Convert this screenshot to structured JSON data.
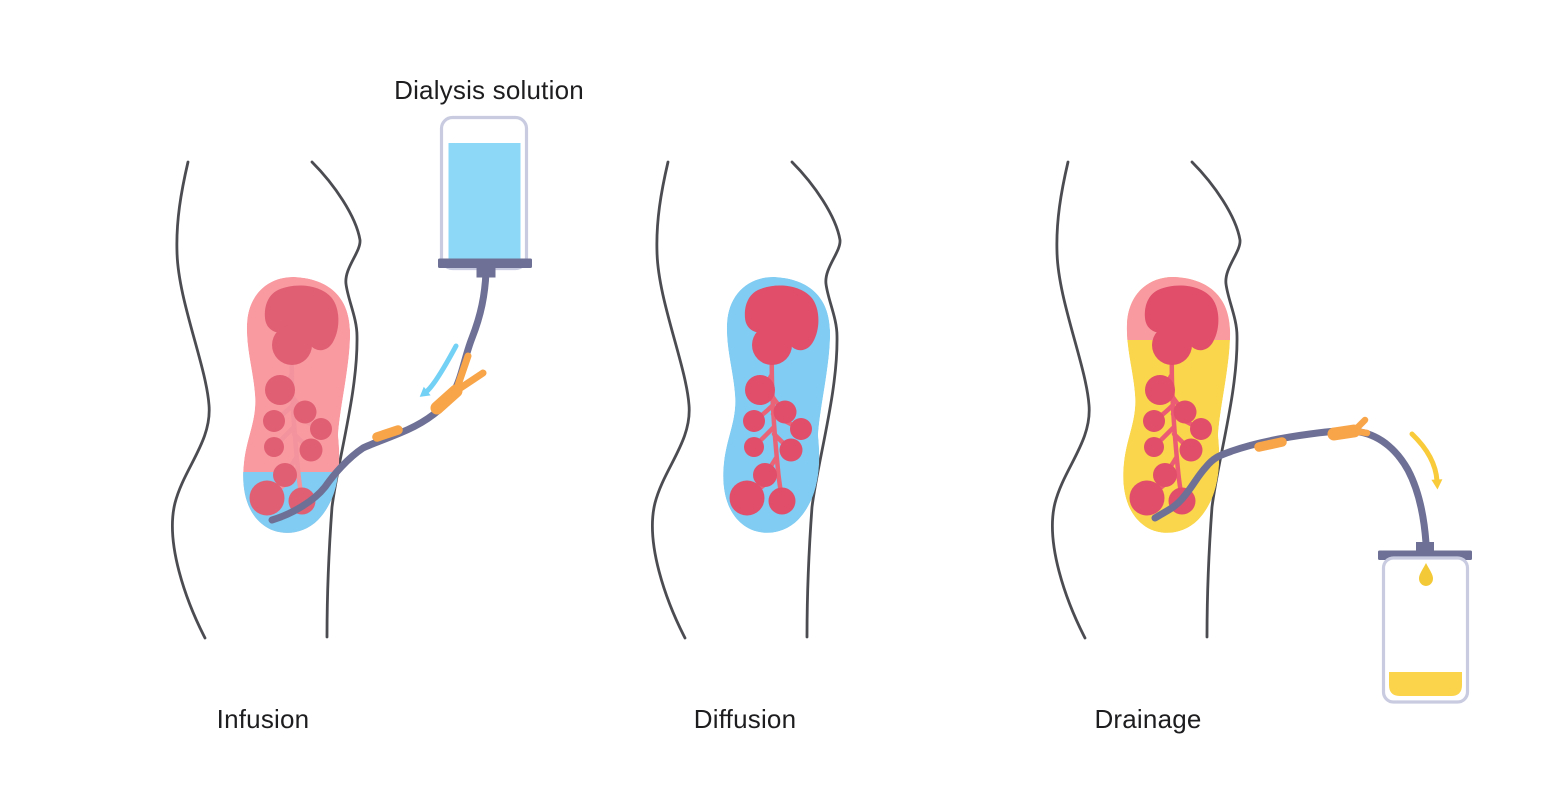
{
  "figure_title": "Dialysis solution",
  "stages": [
    {
      "label": "Infusion"
    },
    {
      "label": "Diffusion"
    },
    {
      "label": "Drainage"
    }
  ],
  "colors": {
    "page-bg": "#ffffff",
    "text": "#1d1d1f",
    "body-outline": "#4b4b52",
    "cavity-pink": "#f99aa1",
    "fluid-blue": "#80ccf2",
    "bag-blue": "#8ed8f7",
    "cavity-yellow": "#f9d64c",
    "drain-yellow": "#fbd44b",
    "drop-yellow": "#f3c937",
    "organ-red": "#e04e6a",
    "organ-red-soft": "#e05f73",
    "vessel-pink": "#f2939d",
    "vessel-rose": "#ea6478",
    "vessel-red": "#ec5b74",
    "tube-slate": "#6e7095",
    "connector-orange": "#f8a549",
    "device-outline": "#c9cce1",
    "arrow-blue": "#72d1f5",
    "arrow-yellow": "#f9cb3a"
  }
}
